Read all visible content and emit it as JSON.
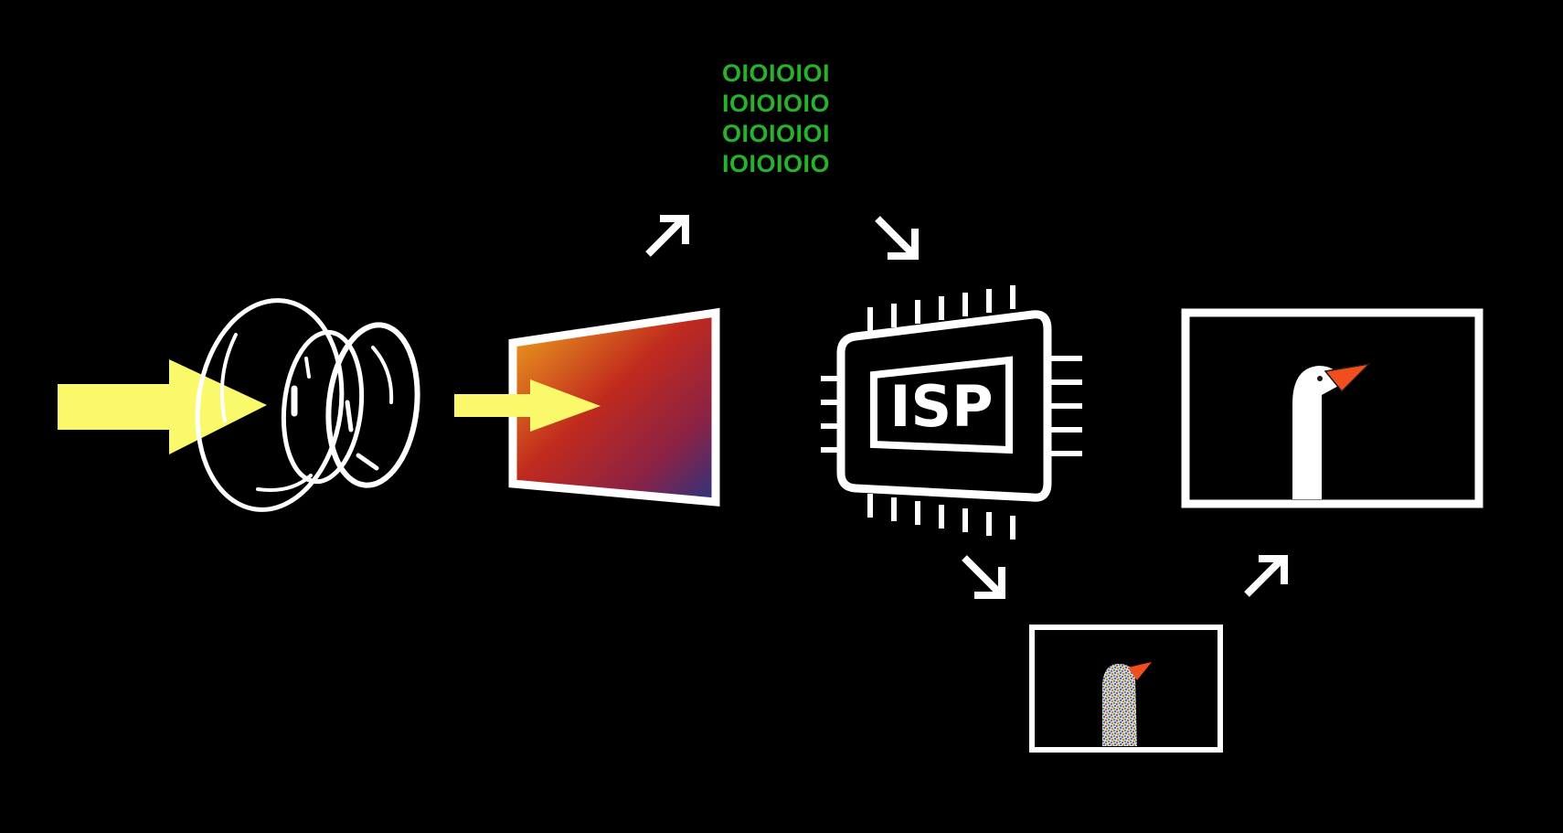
{
  "binary_lines": [
    "OIOIOIOI",
    "IOIOIOIO",
    "OIOIOIOI",
    "IOIOIOIO"
  ],
  "isp_label": "ISP",
  "colors": {
    "background": "#000000",
    "light_arrow": "#faf96b",
    "binary_text": "#27b22c",
    "outline": "#ffffff",
    "sensor_gradient": [
      "#f0a81e",
      "#c02a1e",
      "#2a3380"
    ],
    "goose_beak": "#f04e1e"
  },
  "icons": {
    "light": "light-arrow-icon",
    "lens": "lens-icon",
    "sensor": "image-sensor-icon",
    "processor": "isp-chip-icon",
    "raw_image": "noisy-goose-image-icon",
    "final_image": "clean-goose-image-icon"
  }
}
